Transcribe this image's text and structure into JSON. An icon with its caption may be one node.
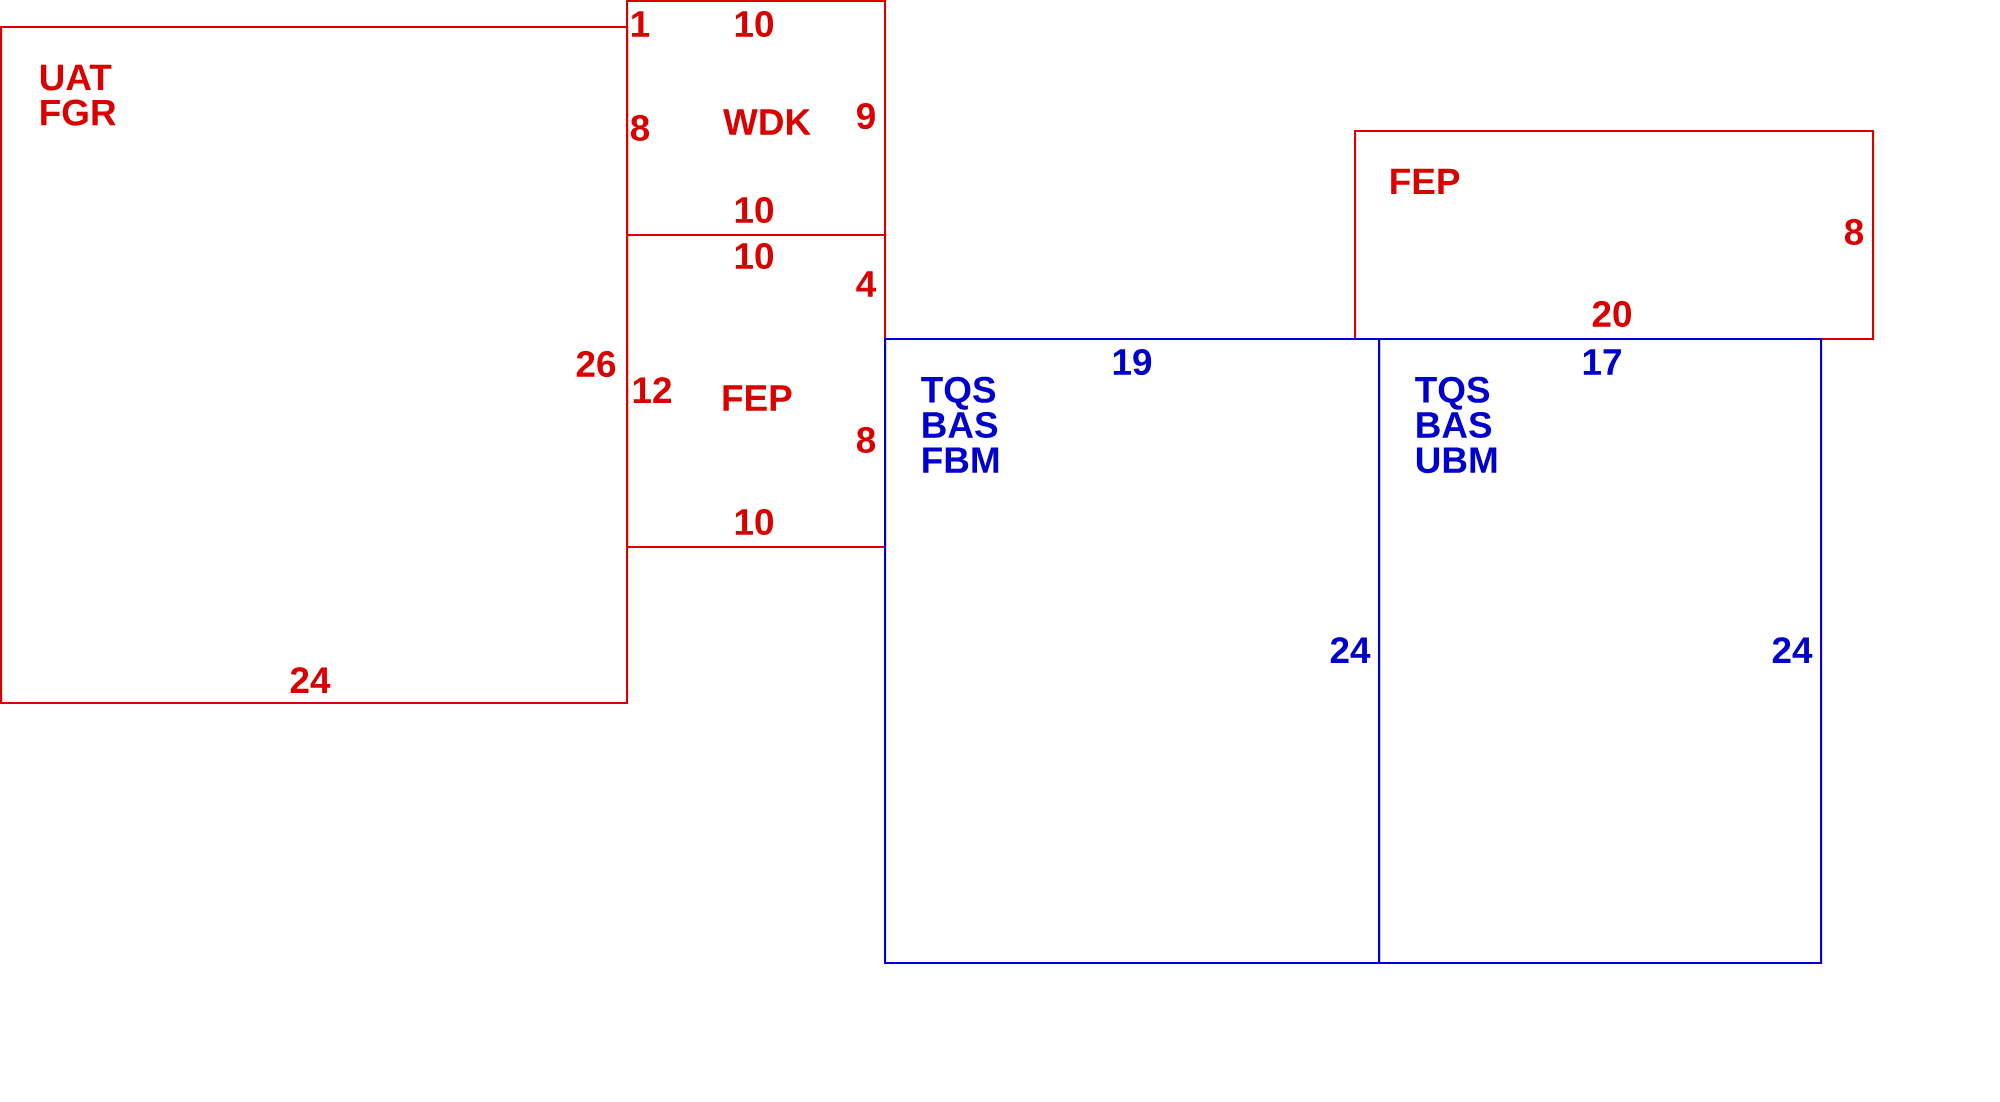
{
  "diagram": {
    "nodes": [
      {
        "text": [
          "UAT FGR"
        ]
      },
      {
        "text": [
          "WDK"
        ]
      },
      {
        "text": [
          "FEP"
        ]
      },
      {
        "text": [
          "FEP"
        ]
      },
      {
        "text": [
          "TQS BAS FBM"
        ]
      },
      {
        "text": [
          "TQS BAS UBM"
        ]
      }
    ],
    "labels": [
      "1",
      "10",
      "9",
      "8",
      "10",
      "8",
      "10",
      "4",
      "20",
      "26",
      "19",
      "17",
      "12",
      "8",
      "10",
      "24",
      "24",
      "24"
    ]
  }
}
